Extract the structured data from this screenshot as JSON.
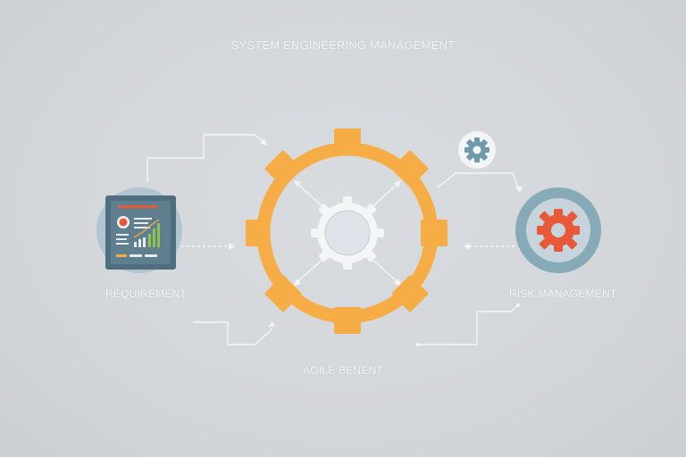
{
  "title": "SYSTEM ENGINEERING MANAGEMENT",
  "nodes": {
    "requirement": {
      "label": "REQUIREMENT",
      "icon": "dashboard-report-icon"
    },
    "risk_management": {
      "label": "RISK MANAGEMENT",
      "icon": "gear-icon"
    },
    "agile": {
      "label": "AGILE BENENT",
      "icon": "gear-ring-icon"
    },
    "small_gear": {
      "icon": "small-gear-icon"
    }
  },
  "colors": {
    "background": "#d3d6da",
    "ring_orange": "#f6ad45",
    "hub_light": "#e9ecef",
    "dark_slate": "#4f6f80",
    "accent_red": "#e8593a",
    "teal": "#7fa6b6",
    "connector": "#f4f5f6"
  }
}
